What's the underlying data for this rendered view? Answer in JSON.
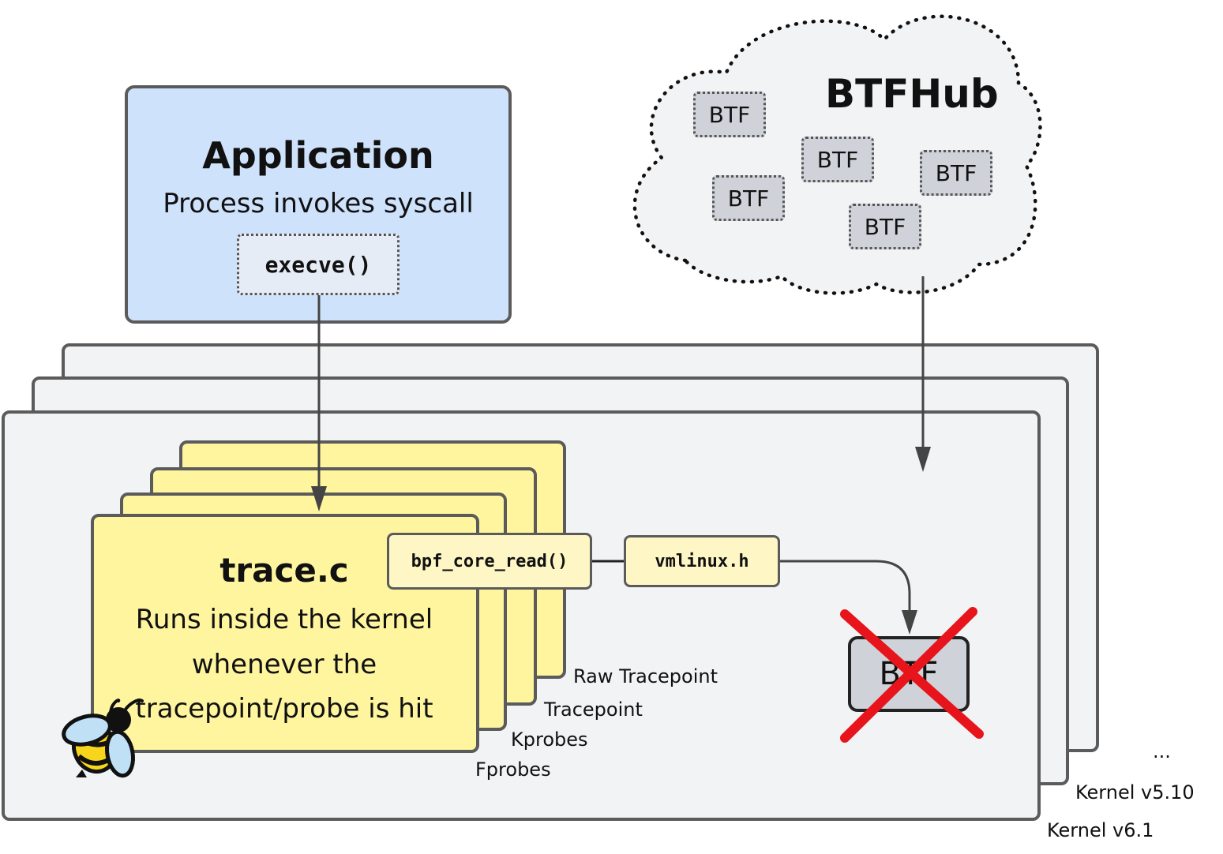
{
  "application": {
    "title": "Application",
    "subtitle": "Process invokes syscall",
    "syscall": "execve()"
  },
  "btfhub": {
    "title": "BTFHub",
    "items": [
      "BTF",
      "BTF",
      "BTF",
      "BTF",
      "BTF"
    ]
  },
  "program": {
    "title": "trace.c",
    "description": [
      "Runs inside the kernel",
      "whenever the",
      "tracepoint/probe is hit"
    ],
    "helper": "bpf_core_read()",
    "header": "vmlinux.h"
  },
  "probe_types": [
    "Raw Tracepoint",
    "Tracepoint",
    "Kprobes",
    "Fprobes"
  ],
  "kernel_btf": "BTF",
  "kernels": [
    "...",
    "Kernel v5.10",
    "Kernel v6.1"
  ],
  "colors": {
    "application_bg": "#cfe2fb",
    "program_bg": "#fef59e",
    "kernel_bg": "#f2f3f5",
    "btf_bg": "#cfd3d9",
    "cross": "#e8141c"
  },
  "icons": [
    "bee-logo-icon",
    "cross-out-icon"
  ]
}
